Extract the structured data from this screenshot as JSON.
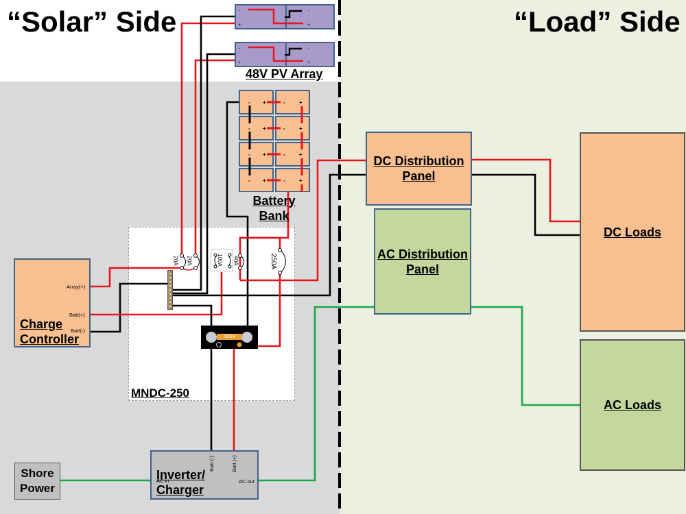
{
  "titles": {
    "solar_side": "“Solar” Side",
    "load_side": "“Load” Side"
  },
  "components": {
    "pv_array": {
      "label": "48V PV Array",
      "panel_count": 2,
      "terminal_minus": "-",
      "terminal_plus": "+"
    },
    "battery_bank": {
      "label": "Battery\nBank",
      "battery_count": 8,
      "terminal_minus": "-",
      "terminal_plus": "+"
    },
    "mndc": {
      "label": "MNDC-250"
    },
    "charge_controller": {
      "label": "Charge\nController",
      "terminals": {
        "array_plus": "Array(+)",
        "batt_plus": "Batt(+)",
        "batt_minus": "Batt(-)"
      }
    },
    "breakers": [
      {
        "id": "pv1",
        "rating": "20A"
      },
      {
        "id": "pv2",
        "rating": "20A"
      },
      {
        "id": "cc",
        "rating": "100A"
      },
      {
        "id": "dc",
        "rating": "40A"
      },
      {
        "id": "inverter",
        "rating": "250A"
      }
    ],
    "shunt": {
      "label": "500V"
    },
    "inverter_charger": {
      "label": "Inverter/\nCharger",
      "terminals": {
        "batt_minus": "Batt (-)",
        "batt_plus": "Batt (+)",
        "ac_in": "AC in",
        "ac_out": "AC out"
      }
    },
    "shore_power": {
      "label": "Shore\nPower"
    },
    "dc_distribution_panel": {
      "label": "DC Distribution\nPanel"
    },
    "ac_distribution_panel": {
      "label": "AC Distribution\nPanel"
    },
    "dc_loads": {
      "label": "DC Loads"
    },
    "ac_loads": {
      "label": "AC Loads"
    }
  },
  "colors": {
    "positive_wire": "#e8141c",
    "negative_wire": "#000000",
    "ac_wire": "#1aa64a",
    "dc_box": "#f8c090",
    "ac_box": "#c4d89e",
    "pv_panel": "#a99bc9"
  }
}
